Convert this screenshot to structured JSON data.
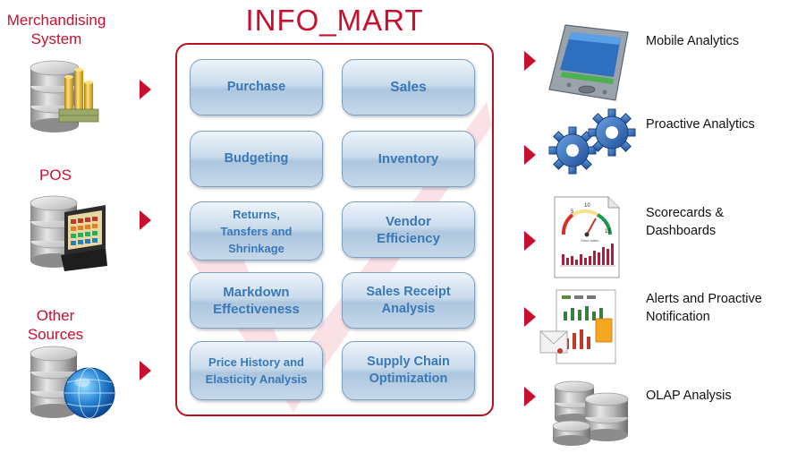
{
  "title": "INFO_MART",
  "sources": [
    {
      "label_lines": [
        "Merchandising",
        "System"
      ],
      "icon": "database-coins-icon"
    },
    {
      "label_lines": [
        "POS"
      ],
      "icon": "database-pos-terminal-icon"
    },
    {
      "label_lines": [
        "Other",
        "Sources"
      ],
      "icon": "database-globe-icon"
    }
  ],
  "modules": [
    {
      "label": "Purchase"
    },
    {
      "label": "Sales"
    },
    {
      "label": "Budgeting"
    },
    {
      "label": "Inventory"
    },
    {
      "label": "Returns, Tansfers and Shrinkage"
    },
    {
      "label": "Vendor Efficiency"
    },
    {
      "label": "Markdown Effectiveness"
    },
    {
      "label": "Sales Receipt Analysis"
    },
    {
      "label": "Price History and Elasticity Analysis"
    },
    {
      "label": "Supply Chain Optimization"
    }
  ],
  "outputs": [
    {
      "label_lines": [
        "Mobile Analytics"
      ],
      "icon": "pda-device-icon"
    },
    {
      "label_lines": [
        "Proactive Analytics"
      ],
      "icon": "gears-icon"
    },
    {
      "label_lines": [
        "Scorecards &",
        "Dashboards"
      ],
      "icon": "dashboard-gauge-icon"
    },
    {
      "label_lines": [
        "Alerts and Proactive",
        "Notification"
      ],
      "icon": "alert-report-icon"
    },
    {
      "label_lines": [
        "OLAP Analysis"
      ],
      "icon": "database-stack-icon"
    }
  ],
  "dashboard_gauge": {
    "tick_labels": [
      "5",
      "10",
      "15"
    ],
    "caption": "Store sales"
  },
  "colors": {
    "accent_red": "#c8102e",
    "tile_text": "#3a78b7",
    "tile_border": "#7f9fbe"
  }
}
